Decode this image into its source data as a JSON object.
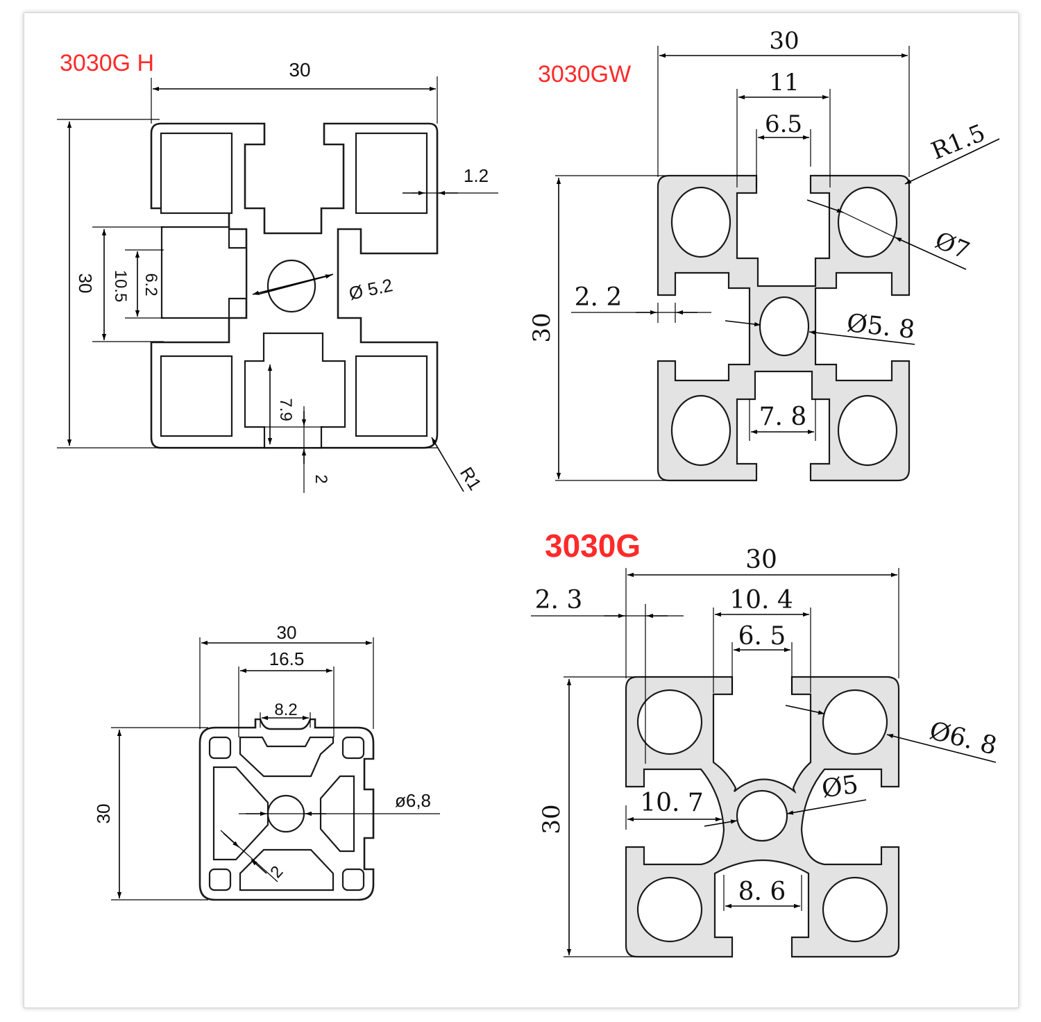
{
  "title_color": "#ff2a2a",
  "profiles": {
    "h": {
      "title": "3030G H",
      "dims": {
        "width": "30",
        "height": "30",
        "wall": "1.2",
        "hole": "Ø 5.2",
        "slot_outer": "10.5",
        "slot_inner": "6.2",
        "slot_depth": "7.9",
        "slot_lip": "2",
        "radius": "R1"
      }
    },
    "gw": {
      "title": "3030GW",
      "dims": {
        "width": "30",
        "height": "30",
        "slot_outer": "11",
        "slot_open": "6.5",
        "radius": "R1.5",
        "corner_hole": "Ø7",
        "lip": "2. 2",
        "center_hole": "Ø5. 8",
        "bottom_slot": "7. 8"
      }
    },
    "bl": {
      "dims": {
        "width": "30",
        "height": "30",
        "slot_outer": "16.5",
        "slot_open": "8.2",
        "center_hole": "ø6,8",
        "web": "2"
      }
    },
    "g": {
      "title": "3030G",
      "dims": {
        "width": "30",
        "height": "30",
        "lip": "2. 3",
        "slot_outer": "10. 4",
        "slot_open": "6. 5",
        "corner_hole": "Ø6. 8",
        "center_hole": "Ø5",
        "web_span": "10. 7",
        "bottom_slot": "8. 6"
      }
    }
  }
}
